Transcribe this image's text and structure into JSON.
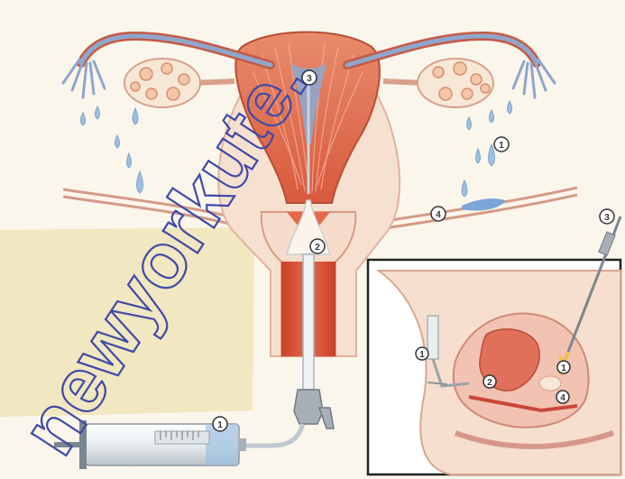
{
  "markers": {
    "m1_left_syringe": "1",
    "m1_right_ovary": "1",
    "m2_cervix": "2",
    "m3_uterus": "3",
    "m4_tube": "4",
    "m3_inset_needle": "3",
    "m1_inset_ovary": "1",
    "m2_inset_cervix": "2",
    "m4_inset_pouch": "4",
    "m5_inset_syringe": "1"
  },
  "watermark_text": "newyorkute.",
  "colors": {
    "background": "#fbf6ec",
    "uterus_muscle": "#e47a5c",
    "uterus_dark": "#c8472f",
    "tube_blue": "#8fa6cc",
    "droplet_blue": "#9cc0e0",
    "ovary": "#f7e7d6",
    "tan_patch": "#efe4b8",
    "inset_bg": "#ffffff",
    "syringe_gray": "#9aa3aa",
    "watermark": "#3f4aa8"
  },
  "icons": {
    "syringe": "syringe-icon",
    "droplet": "droplet-icon",
    "needle": "needle-icon"
  }
}
